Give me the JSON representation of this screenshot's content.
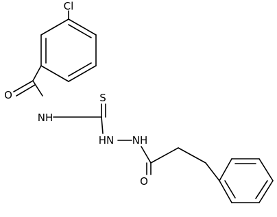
{
  "molecule": {
    "colors": {
      "bond": "#000000",
      "label": "#000000",
      "background": "#ffffff"
    },
    "atoms": {
      "cl": {
        "label": "Cl"
      },
      "o1": {
        "label": "O"
      },
      "nh1": {
        "label": "NH"
      },
      "s": {
        "label": "S"
      },
      "hn2": {
        "label": "HN"
      },
      "nh3": {
        "label": "NH"
      },
      "o2": {
        "label": "O"
      }
    }
  }
}
